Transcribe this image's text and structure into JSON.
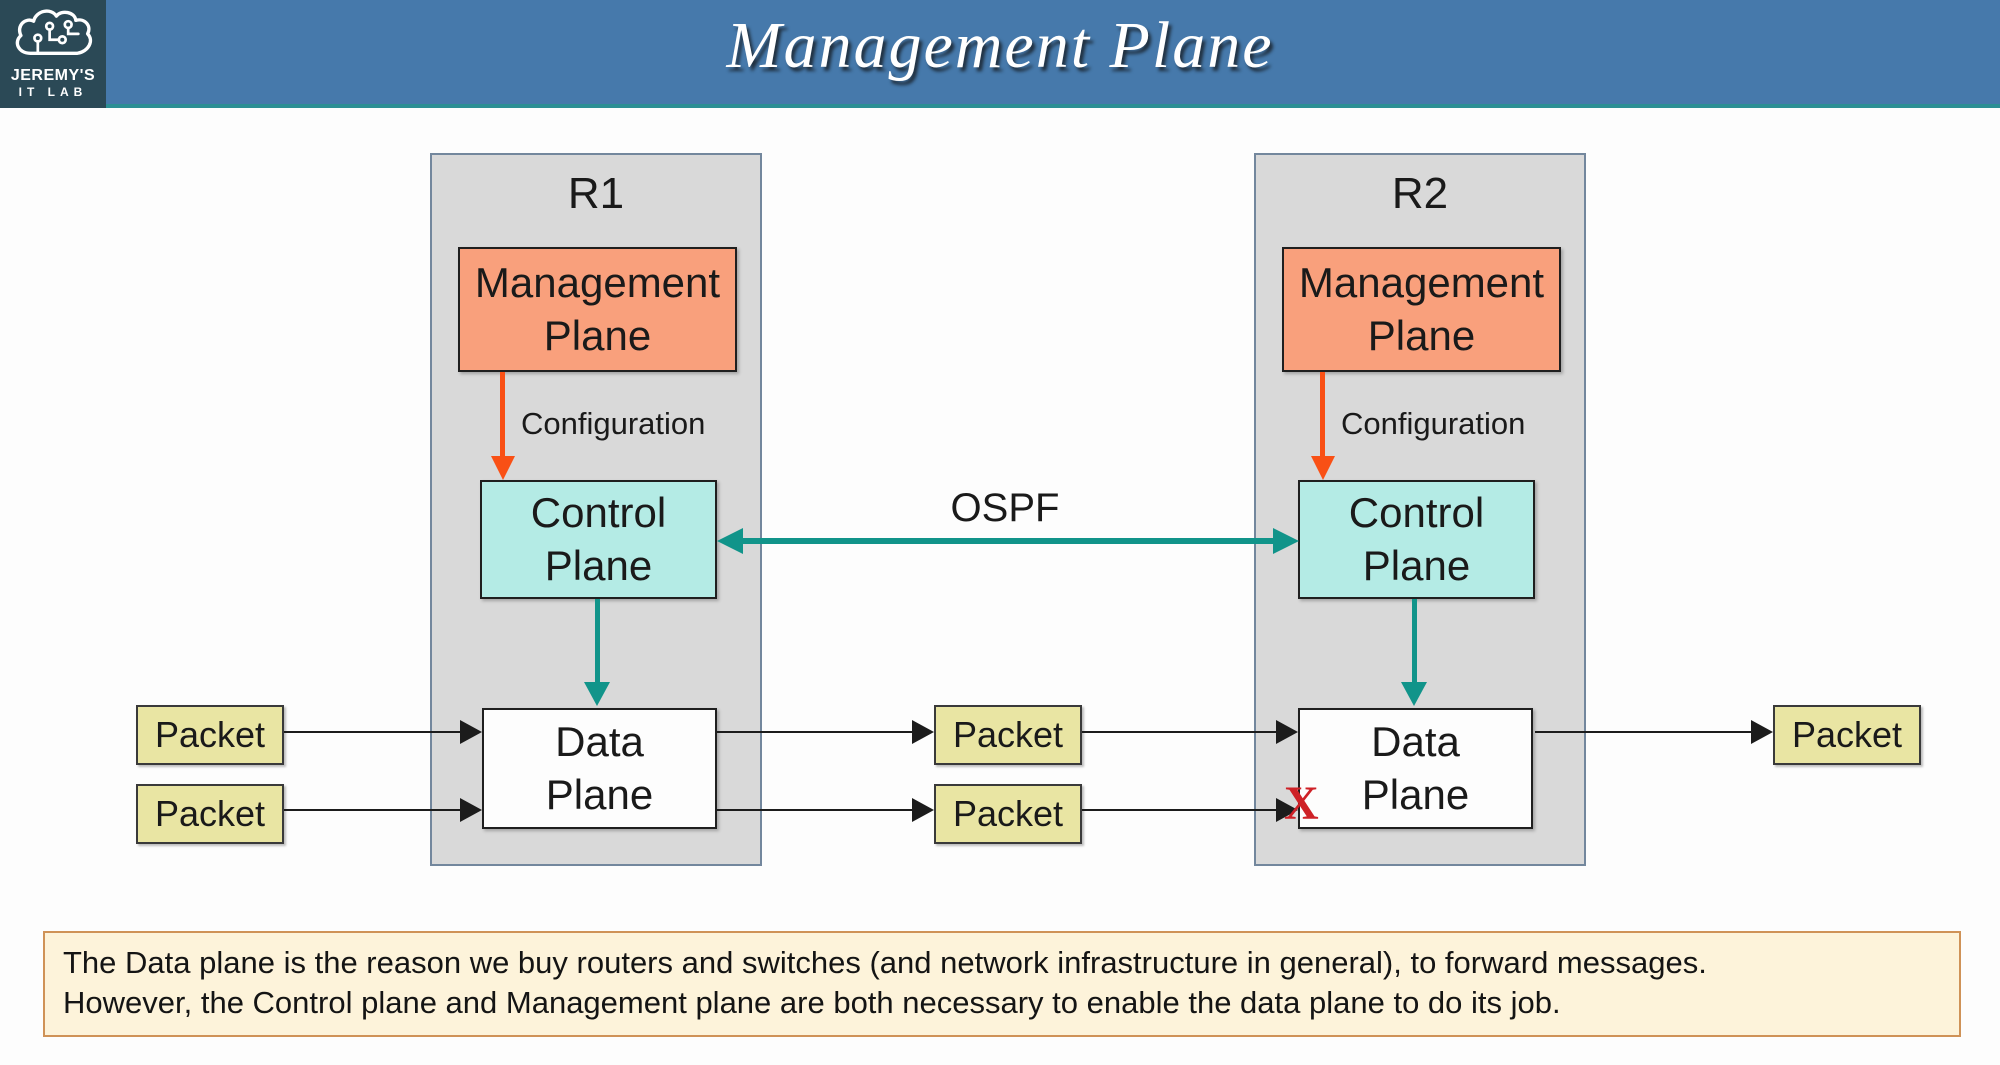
{
  "colors": {
    "header_bg": "#4679ab",
    "header_underline": "#2c8f94",
    "logo_bg": "#2b4956",
    "router_bg": "#d9d9d9",
    "router_border": "#73879d",
    "management_bg": "#f9a07c",
    "control_bg": "#b4ebe5",
    "data_bg": "#fdfdfd",
    "packet_bg": "#e9e5a3",
    "note_bg": "#fdf3da",
    "note_border": "#cf9257",
    "teal_arrow": "#11948a",
    "orange_arrow": "#f95015",
    "black_arrow": "#1c1c1c",
    "drop_x_color": "#ce2127"
  },
  "header": {
    "title": "Management Plane",
    "logo_line1": "JEREMY'S",
    "logo_line2": "IT LAB"
  },
  "routers": [
    {
      "name": "R1",
      "management_label": "Management\nPlane",
      "control_label": "Control\nPlane",
      "data_label": "Data\nPlane",
      "config_label": "Configuration"
    },
    {
      "name": "R2",
      "management_label": "Management\nPlane",
      "control_label": "Control\nPlane",
      "data_label": "Data\nPlane",
      "config_label": "Configuration"
    }
  ],
  "links": {
    "ospf_label": "OSPF",
    "drop_marker": "X"
  },
  "packets": {
    "label": "Packet"
  },
  "note": {
    "line1": "The Data plane is the reason we buy routers and switches (and network infrastructure in general), to forward messages.",
    "line2": "However, the Control plane and Management plane are both necessary to enable the data plane to do its job."
  }
}
